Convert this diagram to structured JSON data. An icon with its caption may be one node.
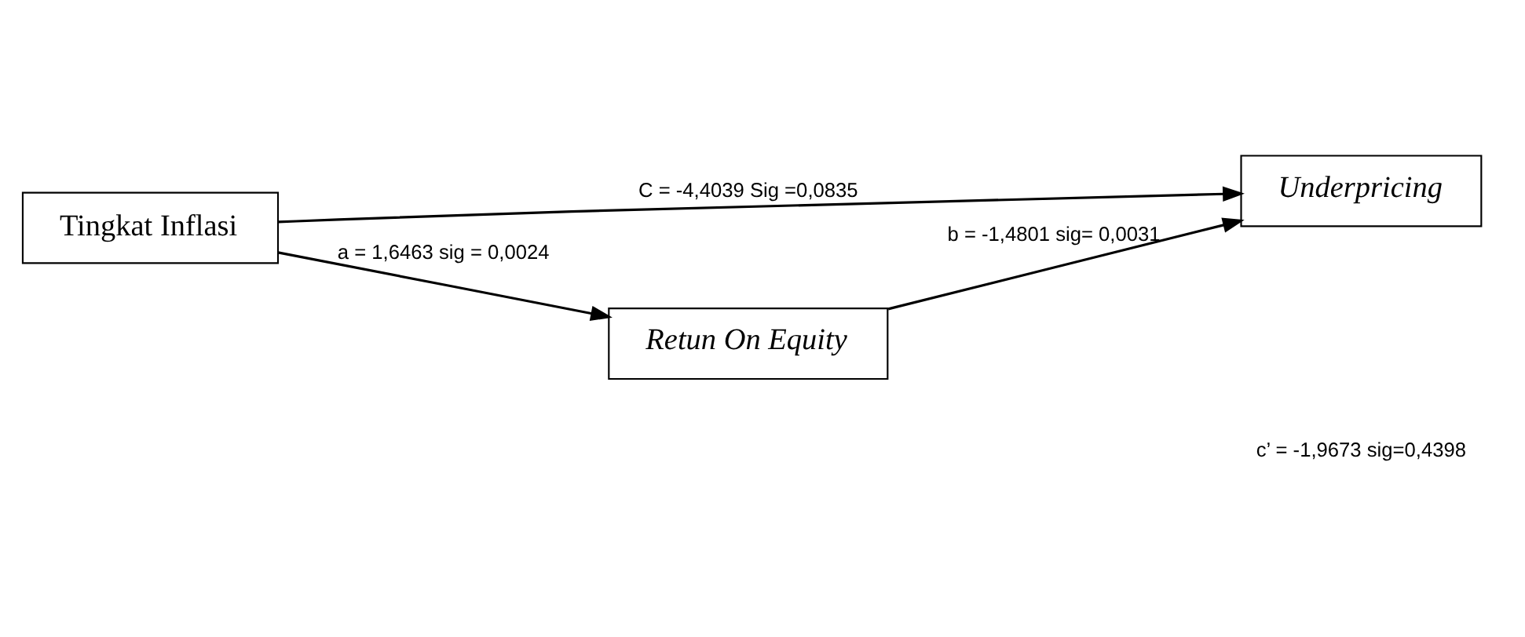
{
  "diagram": {
    "nodes": [
      {
        "text": [
          "Tingkat Inflasi"
        ]
      },
      {
        "text": [
          "Underpricing"
        ]
      },
      {
        "text": [
          "Retun On Equity"
        ]
      }
    ],
    "edges": [
      {
        "from": 0,
        "to": 1,
        "arrow": "to",
        "label": "C = -4,4039 Sig =0,0835"
      },
      {
        "from": 0,
        "to": 2,
        "arrow": "to",
        "label": "a = 1,6463 sig = 0,0024"
      },
      {
        "from": 2,
        "to": 1,
        "arrow": "to",
        "label": "b = -1,4801 sig= 0,0031"
      }
    ],
    "labels": [
      "c’ = -1,9673 sig=0,4398"
    ]
  }
}
